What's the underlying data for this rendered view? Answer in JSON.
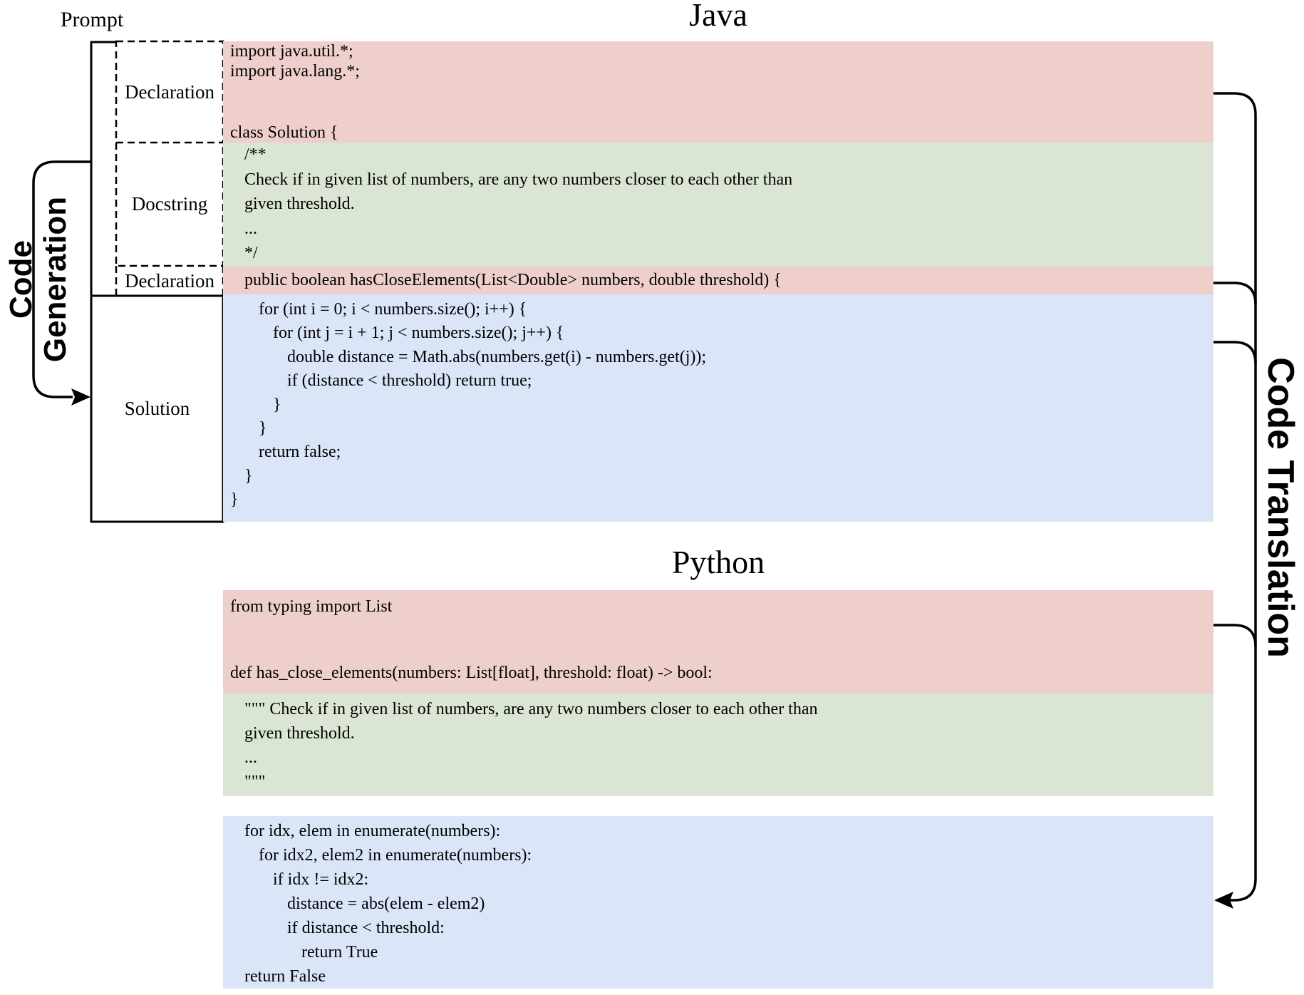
{
  "figure": {
    "java_title": "Java",
    "python_title": "Python",
    "prompt_label": "Prompt",
    "generation_label": [
      "Code",
      "Generation"
    ],
    "translation_label": "Code Translation",
    "left_boxes": [
      {
        "label": "Declaration"
      },
      {
        "label": "Docstring"
      },
      {
        "label": "Declaration"
      },
      {
        "label": "Solution"
      }
    ]
  },
  "colors": {
    "declaration_bg": "#eecfcb",
    "docstring_bg": "#dae5d3",
    "solution_bg": "#dbe5f8",
    "line_color": "#000000"
  },
  "java_blocks": [
    {
      "kind": "declaration",
      "lines": [
        {
          "t": "import java.util.*;",
          "i": 0
        },
        {
          "t": "import java.lang.*;",
          "i": 0
        },
        {
          "t": "",
          "i": 0
        },
        {
          "t": "",
          "i": 0
        },
        {
          "t": "class Solution {",
          "i": 0
        }
      ]
    },
    {
      "kind": "docstring",
      "lines": [
        {
          "t": "/**",
          "i": 1
        },
        {
          "t": "Check if in given list of numbers, are any two numbers closer to each other than",
          "i": 1
        },
        {
          "t": "given threshold.",
          "i": 1
        },
        {
          "t": "...",
          "i": 1
        },
        {
          "t": "*/",
          "i": 1
        }
      ]
    },
    {
      "kind": "declaration",
      "lines": [
        {
          "t": "public boolean hasCloseElements(List<Double> numbers, double threshold) {",
          "i": 1
        }
      ]
    },
    {
      "kind": "solution",
      "lines": [
        {
          "t": "for (int i = 0; i < numbers.size(); i++) {",
          "i": 2
        },
        {
          "t": "for (int j = i + 1; j < numbers.size(); j++) {",
          "i": 3
        },
        {
          "t": "double distance = Math.abs(numbers.get(i) - numbers.get(j));",
          "i": 4
        },
        {
          "t": "if (distance < threshold) return true;",
          "i": 4
        },
        {
          "t": "}",
          "i": 3
        },
        {
          "t": "}",
          "i": 2
        },
        {
          "t": "return false;",
          "i": 2
        },
        {
          "t": "}",
          "i": 1
        },
        {
          "t": "}",
          "i": 0
        }
      ]
    }
  ],
  "python_blocks": [
    {
      "kind": "declaration",
      "lines": [
        {
          "t": "from typing import List",
          "i": 0
        },
        {
          "t": "",
          "i": 0
        },
        {
          "t": "",
          "i": 0
        },
        {
          "t": "def has_close_elements(numbers: List[float], threshold: float) -> bool:",
          "i": 0
        }
      ]
    },
    {
      "kind": "docstring",
      "lines": [
        {
          "t": "\"\"\" Check if in given list of numbers, are any two numbers closer to each other than",
          "i": 1
        },
        {
          "t": "given threshold.",
          "i": 1
        },
        {
          "t": "...",
          "i": 1
        },
        {
          "t": "\"\"\"",
          "i": 1
        }
      ]
    },
    {
      "kind": "solution",
      "lines": [
        {
          "t": "for idx, elem in enumerate(numbers):",
          "i": 1
        },
        {
          "t": "for idx2, elem2 in enumerate(numbers):",
          "i": 2
        },
        {
          "t": "if idx != idx2:",
          "i": 3
        },
        {
          "t": "distance = abs(elem - elem2)",
          "i": 4
        },
        {
          "t": "if distance < threshold:",
          "i": 4
        },
        {
          "t": "return True",
          "i": 5
        },
        {
          "t": "return False",
          "i": 1
        }
      ]
    }
  ]
}
